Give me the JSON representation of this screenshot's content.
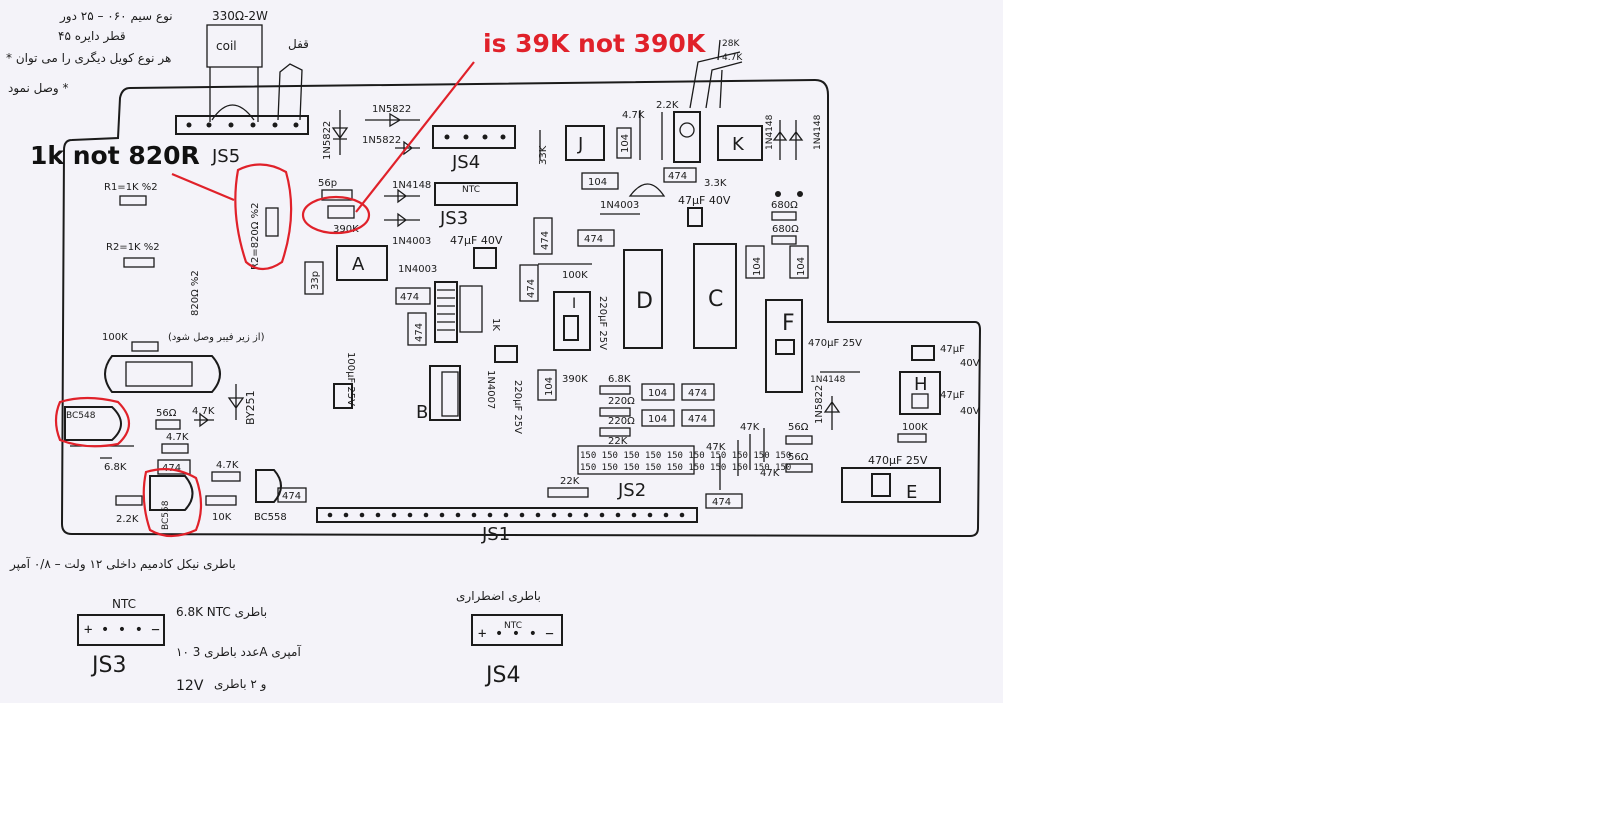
{
  "annotations": {
    "resistor_note": "is 39K not 390K",
    "r2_note": "1k not 820R"
  },
  "board": {
    "connectors": {
      "js1": "JS1",
      "js2": "JS2",
      "js3": "JS3",
      "js4": "JS4",
      "js5": "JS5"
    },
    "blocks": {
      "a": "A",
      "b": "B",
      "c": "C",
      "d": "D",
      "e": "E",
      "f": "F",
      "h": "H",
      "i": "I",
      "j": "J",
      "k": "K"
    },
    "parts": {
      "coil_resistor": "330Ω-2W",
      "coil": "coil",
      "r1": "R1=1K %2",
      "r2": "R2=1K %2",
      "r_820": "R2=820Ω %2",
      "r_820b": "820Ω %2",
      "d_1n5822a": "1N5822",
      "d_1n5822b": "1N5822",
      "d_1n5822c": "1N5822",
      "d_1n5822d": "1N5822",
      "c_56p": "56p",
      "r_390k": "390K",
      "d_1n4148a": "1N4148",
      "d_1n4148b": "1N4148",
      "d_1n4148c": "1N4148",
      "d_1n4003a": "1N4003",
      "d_1n4003b": "1N4003",
      "d_1n4003c": "1N4003",
      "d_1n4007": "1N4007",
      "ntc_label": "NTC",
      "r_33k": "33K",
      "c_104a": "104",
      "c_104b": "104",
      "c_104c": "104",
      "c_104d": "104",
      "c_104e": "104",
      "c_474a": "474",
      "c_474b": "474",
      "c_474c": "474",
      "c_474d": "474",
      "c_474e": "474",
      "c_474f": "474",
      "c_474g": "474",
      "c_474h": "474",
      "r_4k7a": "4.7K",
      "r_2k2a": "2.2K",
      "r_28k": "28K",
      "pot_4k7": "4.7K",
      "r_3k3": "3.3K",
      "c_47uf_40v_a": "47μF 40V",
      "c_47uf_40v_b": "47μF 40V",
      "r_680a": "680Ω",
      "r_680b": "680Ω",
      "r_100k_a": "100K",
      "c_33p": "33p",
      "c_220uf_a": "220μF 25V",
      "c_220uf_b": "220μF 25V",
      "c_100uf": "100μF 25V",
      "r_390k_b": "390K",
      "r_1k_a": "1K",
      "c_470uf_a": "470μF 25V",
      "c_470uf_b": "470μF 25V",
      "c_47uf_c": "47μF",
      "c_47uf_d": "47μF",
      "v_40a": "40V",
      "v_40b": "40V",
      "r_100k_b": "100K",
      "r_100k_c": "100K",
      "r_56a": "56Ω",
      "r_56b": "56Ω",
      "r_56c": "56Ω",
      "r_47k_a": "47K",
      "r_47k_b": "47K",
      "r_47k_c": "47K",
      "r_22k": "22K",
      "r_22k_b": "22K",
      "r_220a": "220Ω",
      "r_220b": "220Ω",
      "r_6k8a": "6.8K",
      "r_6k8b": "6.8K",
      "r_2k2b": "2.2K",
      "r_10k": "10K",
      "r_4k7b": "4.7K",
      "r_4k7c": "4.7K",
      "by251": "BY251",
      "q_bc548": "BC548",
      "q_bc558a": "BC558",
      "q_bc558b": "BC558",
      "r_150_row": "150 150 150 150 150 150 150 150 150 150"
    }
  },
  "notes": {
    "top_fa_1": "نوع سیم ۰۶۰ – ۲۵ دور",
    "top_fa_2": "قطر دایره ۴۵",
    "top_fa_3": "* هر نوع کویل دیگری را می توان",
    "top_fa_4": "وصل نمود *",
    "top_fa_lock": "قفل",
    "mid_fa": "(از زیر فیبر وصل شود)",
    "bottom_fa_1": "باطری نیکل کادمیم داخلی ۱۲ ولت – ۰/۸ آمپر",
    "bottom_fa_2": "باطری اضطراری",
    "ntc_top": "NTC",
    "ntc_val": "6.8K NTC باطری",
    "batt_count": "۱۰ عدد باطری 3A آمپری",
    "batt_volt": "12V",
    "batt_volt_fa": "و ۲ باطری",
    "js3_bottom": "JS3",
    "js4_bottom": "JS4",
    "js4_ntc": "NTC"
  },
  "colors": {
    "annotation_red": "#e0212a",
    "ink": "#1b1b1b",
    "paper": "#f4f3f9"
  }
}
